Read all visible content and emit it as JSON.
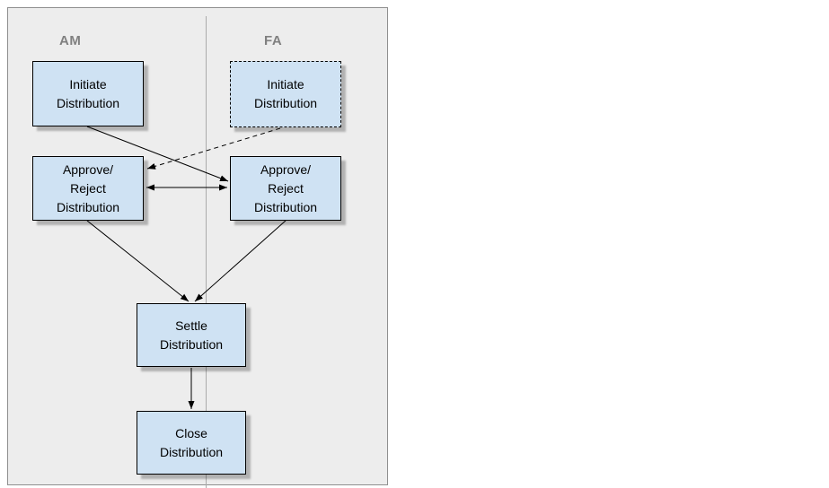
{
  "diagram": {
    "type": "swimlane-flowchart",
    "lanes": [
      {
        "id": "am",
        "label": "AM"
      },
      {
        "id": "fa",
        "label": "FA"
      }
    ],
    "nodes": {
      "am_initiate": {
        "lane": "am",
        "lines": [
          "Initiate",
          "Distribution"
        ],
        "border": "solid"
      },
      "fa_initiate": {
        "lane": "fa",
        "lines": [
          "Initiate",
          "Distribution"
        ],
        "border": "dashed"
      },
      "am_approve": {
        "lane": "am",
        "lines": [
          "Approve/",
          "Reject",
          "Distribution"
        ],
        "border": "solid"
      },
      "fa_approve": {
        "lane": "fa",
        "lines": [
          "Approve/",
          "Reject",
          "Distribution"
        ],
        "border": "solid"
      },
      "settle": {
        "lane": "center",
        "lines": [
          "Settle",
          "Distribution"
        ],
        "border": "solid"
      },
      "close": {
        "lane": "center",
        "lines": [
          "Close",
          "Distribution"
        ],
        "border": "solid"
      }
    },
    "edges": [
      {
        "from": "am_initiate",
        "to": "fa_approve",
        "style": "solid",
        "arrows": "end"
      },
      {
        "from": "fa_initiate",
        "to": "am_approve",
        "style": "dashed",
        "arrows": "end"
      },
      {
        "from": "am_approve",
        "to": "fa_approve",
        "style": "solid",
        "arrows": "both"
      },
      {
        "from": "am_approve",
        "to": "settle",
        "style": "solid",
        "arrows": "end"
      },
      {
        "from": "fa_approve",
        "to": "settle",
        "style": "solid",
        "arrows": "end"
      },
      {
        "from": "settle",
        "to": "close",
        "style": "solid",
        "arrows": "end"
      }
    ],
    "colors": {
      "panel_bg": "#ededed",
      "panel_border": "#8f8f8f",
      "lane_divider": "#ababab",
      "lane_label": "#808080",
      "node_fill": "#cfe2f3",
      "node_border": "#000000",
      "edge": "#000000",
      "page_bg": "#ffffff"
    }
  }
}
